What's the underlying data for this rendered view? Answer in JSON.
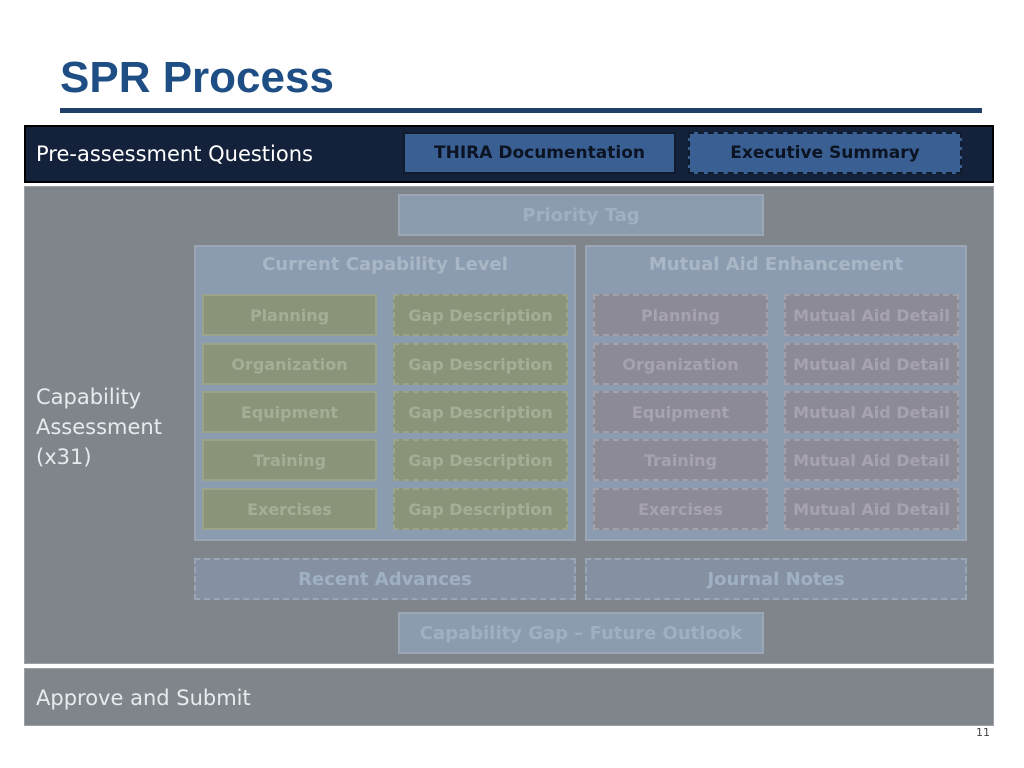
{
  "slide": {
    "title": "SPR Process",
    "page_number": "11"
  },
  "pre_assessment": {
    "label": "Pre-assessment Questions",
    "thira_button": "THIRA Documentation",
    "executive_button": "Executive Summary"
  },
  "capability_assessment": {
    "label_lines": [
      "Capability",
      "Assessment",
      "(x31)"
    ],
    "priority_tag": "Priority Tag",
    "current_level": {
      "title": "Current Capability Level",
      "categories": [
        "Planning",
        "Organization",
        "Equipment",
        "Training",
        "Exercises"
      ],
      "gap_label": "Gap Description"
    },
    "mutual_aid": {
      "title": "Mutual Aid Enhancement",
      "categories": [
        "Planning",
        "Organization",
        "Equipment",
        "Training",
        "Exercises"
      ],
      "detail_label": "Mutual Aid Detail"
    },
    "recent_advances": "Recent Advances",
    "journal_notes": "Journal Notes",
    "future_outlook": "Capability Gap – Future Outlook"
  },
  "approve": {
    "label": "Approve and Submit"
  },
  "colors": {
    "title": "#1f4e85",
    "top_bar": "#14213a",
    "button": "#3a5f92",
    "main_panel": "#7f858b",
    "blue_box": "#8c9cb0",
    "green_cell": "#8a9478",
    "mauve_cell": "#8c8a95"
  }
}
